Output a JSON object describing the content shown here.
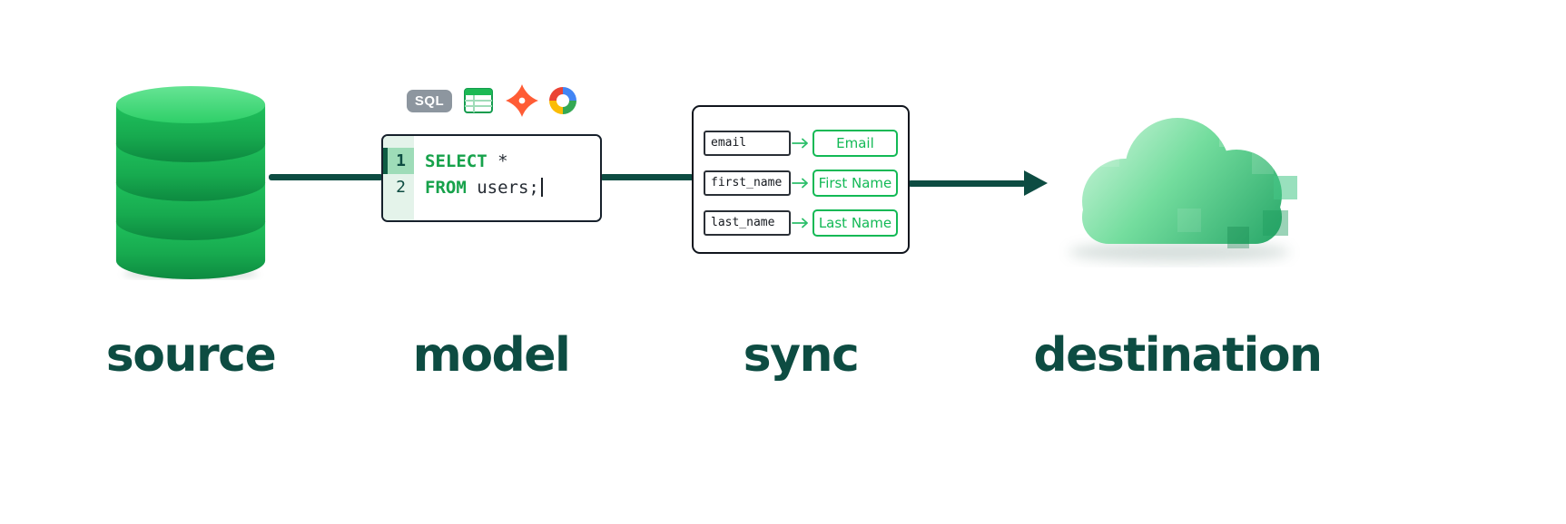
{
  "stages": {
    "source": {
      "label": "source"
    },
    "model": {
      "label": "model"
    },
    "sync": {
      "label": "sync"
    },
    "destination": {
      "label": "destination"
    }
  },
  "model_editor": {
    "badge_label": "SQL",
    "lines": [
      {
        "number": "1",
        "keyword": "SELECT",
        "code": " *"
      },
      {
        "number": "2",
        "keyword": "FROM",
        "code": " users;"
      }
    ],
    "icons": [
      {
        "name": "sql-badge-icon"
      },
      {
        "name": "spreadsheet-icon"
      },
      {
        "name": "dbt-icon"
      },
      {
        "name": "looker-icon"
      }
    ]
  },
  "sync_panel": {
    "mappings": [
      {
        "source_field": "email",
        "destination_field": "Email"
      },
      {
        "source_field": "first_name",
        "destination_field": "First Name"
      },
      {
        "source_field": "last_name",
        "destination_field": "Last Name"
      }
    ]
  },
  "colors": {
    "brand_green": "#1fc05c",
    "dark_teal": "#0d4c42",
    "keyword_green": "#17a24b",
    "chip_green": "#12b955",
    "dbt_orange": "#ff5c35",
    "sql_badge_gray": "#8d969f"
  }
}
